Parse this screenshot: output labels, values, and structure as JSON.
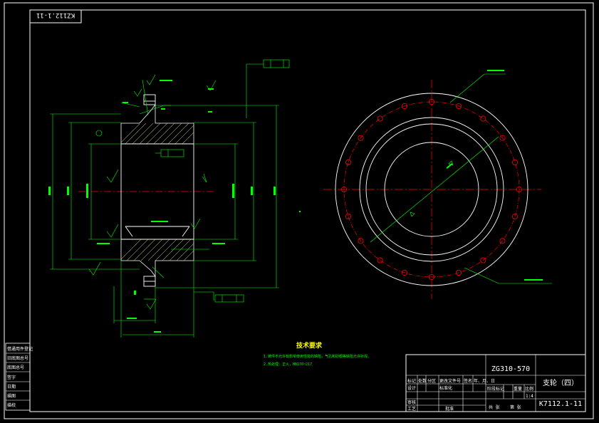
{
  "drawing": {
    "corner_code": "KZ112.1-11",
    "material": "ZG310-570",
    "part_name": "支轮（四）",
    "drawing_no": "K7112.1-11",
    "scale": "1:4"
  },
  "notes": {
    "title": "技术要求",
    "lines": [
      "1.铸件不允许有影响使用性能的缺陷，气孔和砂眼等缺陷允许补焊。",
      "2.热处理：正火，HB170~217"
    ]
  },
  "title_block": {
    "row_labels": [
      "标记",
      "处数",
      "分区",
      "更改文件号",
      "签名",
      "年、月、日"
    ],
    "roles": [
      "设计",
      "审核",
      "工艺"
    ],
    "standardization": "标准化",
    "approve": "批准",
    "stage_headers": [
      "阶段标记",
      "重量",
      "比例"
    ],
    "sheet_text": [
      "共 张",
      "第 张"
    ]
  },
  "side_stamp": [
    "借通用件登记",
    "旧底图总号",
    "底图总号",
    "签字",
    "日期",
    "描图",
    "描校"
  ],
  "colors": {
    "background": "#000000",
    "frame": "#ffffff",
    "outline": "#ffffff",
    "dimension": "#00ff00",
    "centerline": "#ff0000",
    "hatch": "#ffff00",
    "notes_title": "#ffff00"
  }
}
